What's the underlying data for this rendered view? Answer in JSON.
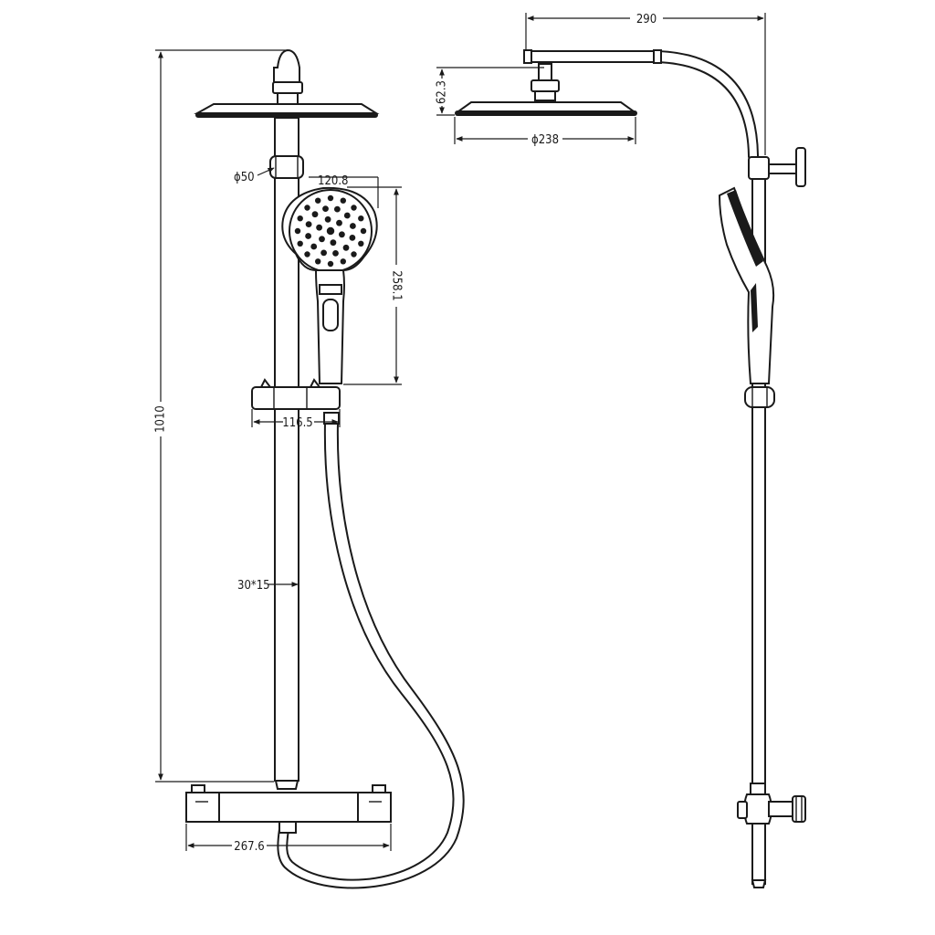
{
  "dimensions": {
    "overall_height": "1010",
    "rail_diameter": "ϕ50",
    "hand_shower_width": "120.8",
    "hand_shower_length": "258.1",
    "holder_offset": "116.5",
    "rail_section": "30*15",
    "mixer_width": "267.6",
    "arm_projection": "290",
    "head_height": "62.3",
    "head_diameter": "ϕ238"
  }
}
